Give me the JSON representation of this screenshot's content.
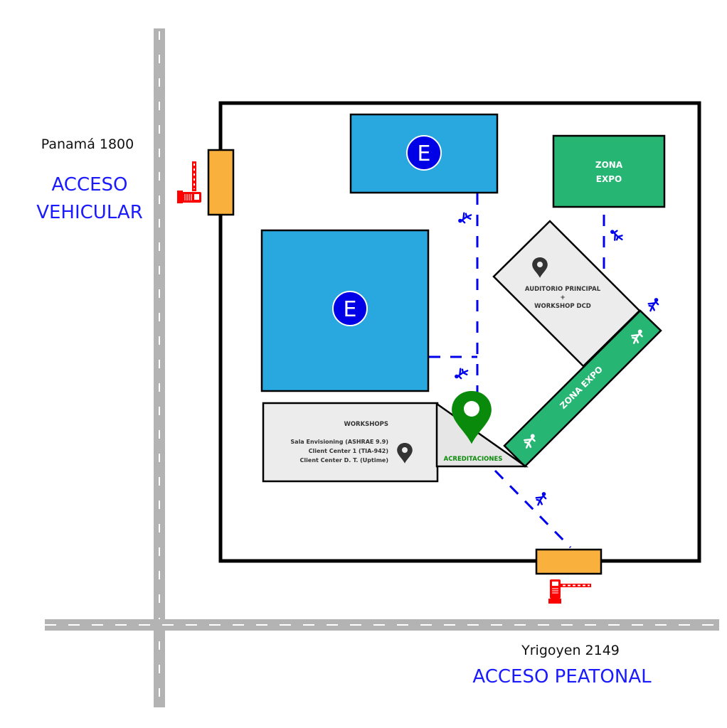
{
  "colors": {
    "road": "#b3b3b3",
    "road_dash": "#ffffff",
    "boundary": "#000000",
    "parking_fill": "#29a8df",
    "parking_badge": "#0000e6",
    "expo_green": "#27b574",
    "building_gray": "#ececec",
    "gate_orange": "#f9b03d",
    "barrier_red": "#ff0000",
    "path_blue": "#0000ee",
    "pin_green": "#0a8a0a",
    "pin_dark": "#333333",
    "access_blue": "#1a1aff"
  },
  "streets": {
    "vertical": {
      "name": "Panamá 1800",
      "access": [
        "ACCESO",
        "VEHICULAR"
      ]
    },
    "horizontal": {
      "name": "Yrigoyen 2149",
      "access": "ACCESO PEATONAL"
    }
  },
  "zones": {
    "parking_top": {
      "badge": "E",
      "kind": "estacionamiento"
    },
    "parking_main": {
      "badge": "E",
      "kind": "estacionamiento"
    },
    "zona_expo_box": {
      "lines": [
        "ZONA",
        "EXPO"
      ]
    },
    "zona_expo_strip": {
      "label": "ZONA EXPO"
    },
    "auditorio": {
      "lines": [
        "AUDITORIO PRINCIPAL",
        "+",
        "WORKSHOP DCD"
      ],
      "icon": "location-pin-icon"
    },
    "workshops": {
      "title": "WORKSHOPS",
      "rooms": [
        "Sala Envisioning (ASHRAE 9.9)",
        "Client Center 1 (TIA-942)",
        "Client Center D. T. (Uptime)"
      ],
      "icon": "location-pin-icon"
    },
    "acreditaciones": {
      "label": "ACREDITACIONES",
      "icon": "location-pin-icon"
    }
  },
  "gates": [
    {
      "id": "vehicular-gate",
      "icon": "barrier-gate-icon"
    },
    {
      "id": "pedestrian-gate",
      "icon": "barrier-gate-icon"
    }
  ],
  "walk_icons": [
    "walking-person-icon",
    "walking-person-icon",
    "walking-person-icon",
    "walking-person-icon",
    "walking-person-icon"
  ]
}
